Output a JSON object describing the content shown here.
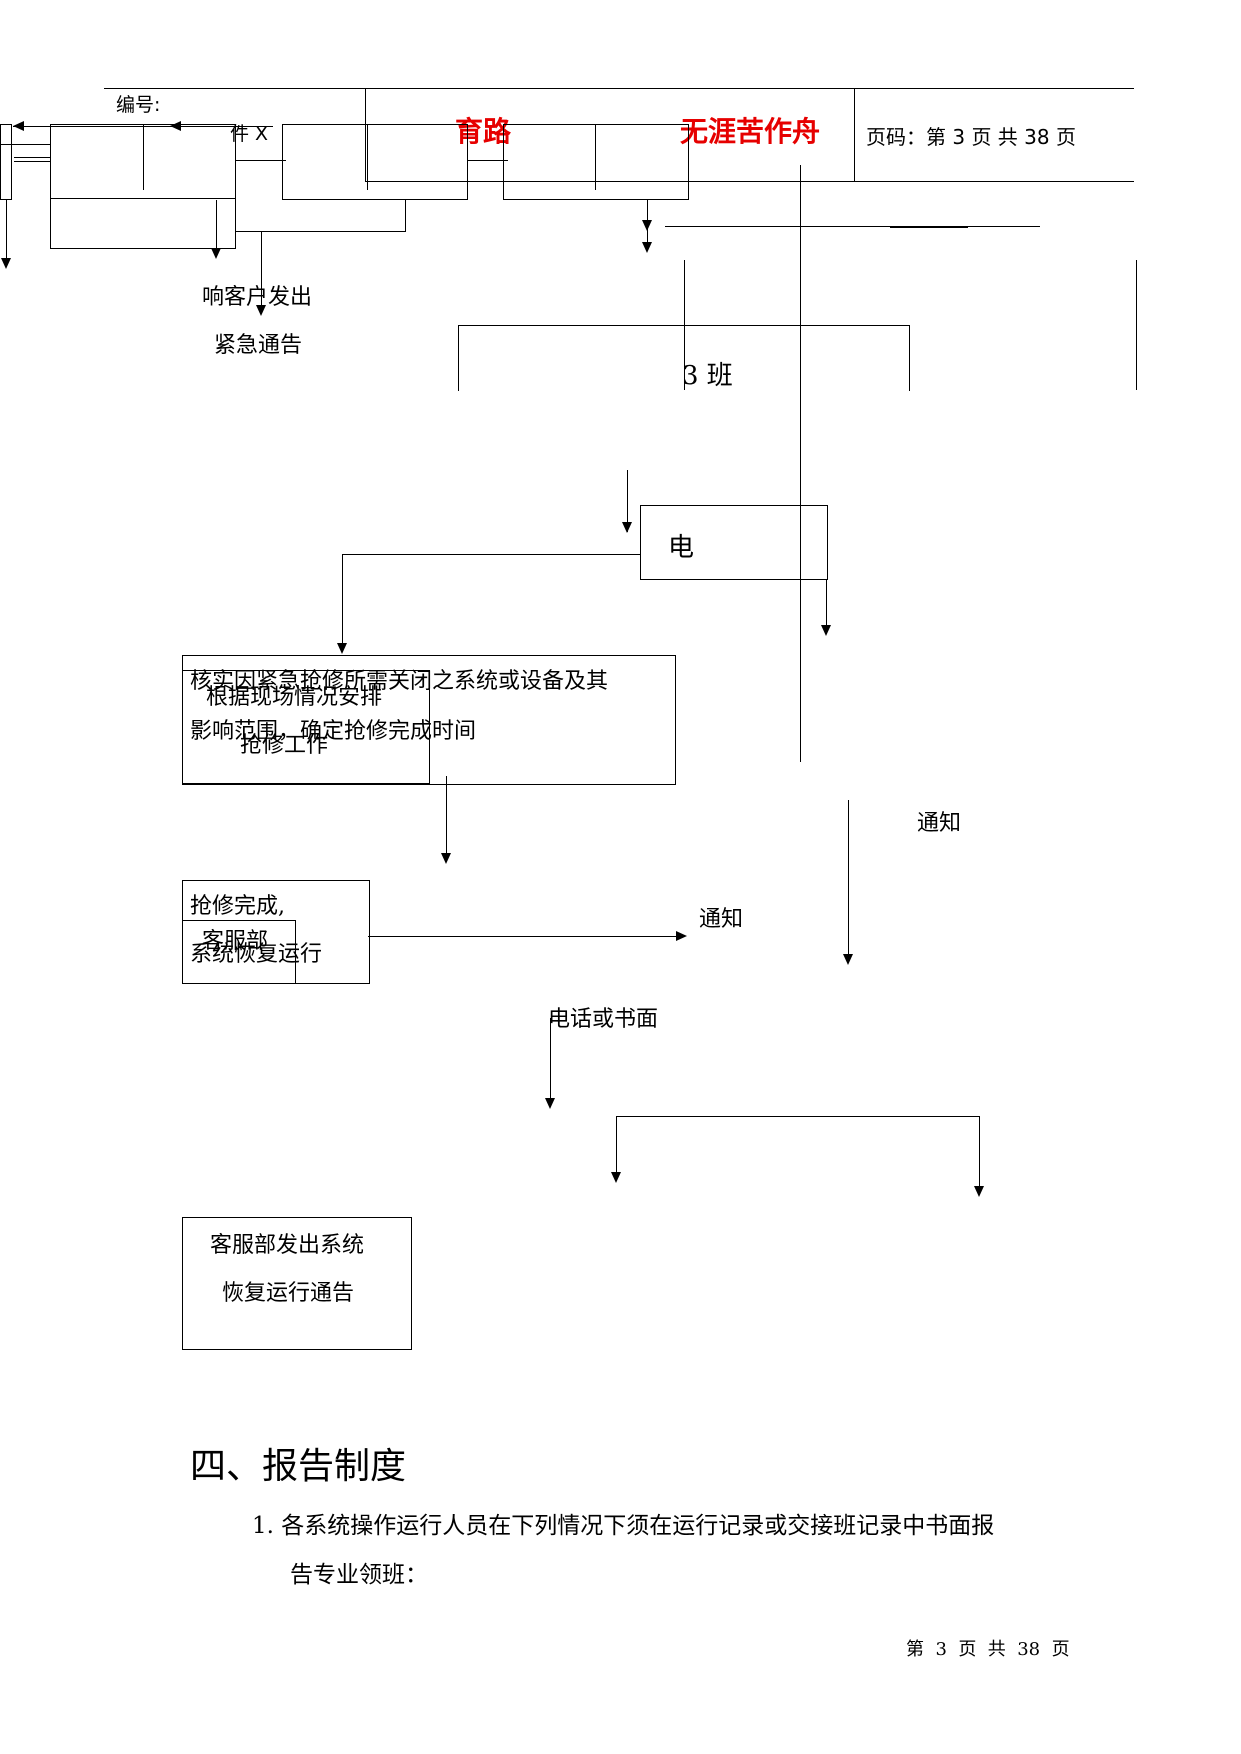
{
  "header": {
    "number_label": "编号:",
    "partial_label": "件 X",
    "title_left": "育路",
    "title_right": "无涯苦作舟",
    "page_info": "页码：第 3 页  共 38 页"
  },
  "flow": {
    "respond_line1": "响客户发出",
    "respond_line2": "紧急通告",
    "shift_label": "3 班",
    "phone_box": "电",
    "verify_line1": "核实因紧急抢修所需关闭之系统或设备及其",
    "verify_line2": "影响范围，确定抢修完成时间",
    "arrange_line1": "根据现场情况安排",
    "arrange_line2": "抢修工作",
    "notify_1": "通知",
    "notify_2": "通知",
    "done_line1": "抢修完成,",
    "done_line2": "系统恢复运行",
    "cs_dept": "客服部",
    "phone_or_written": "电话或书面",
    "restore_line1": "客服部发出系统",
    "restore_line2": "恢复运行通告"
  },
  "section": {
    "heading": "四、报告制度",
    "item1_line1": "1. 各系统操作运行人员在下列情况下须在运行记录或交接班记录中书面报",
    "item1_line2": "告专业领班："
  },
  "footer": {
    "page": "第  3  页  共  38  页"
  }
}
